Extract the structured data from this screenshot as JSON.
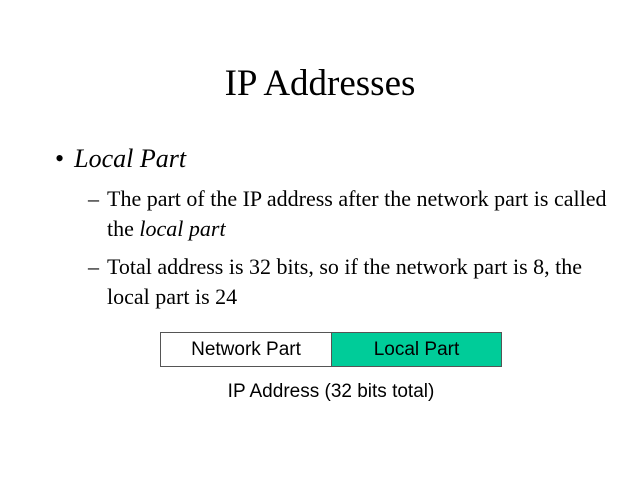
{
  "title": "IP Addresses",
  "bullet": {
    "marker": "•",
    "label": "Local Part"
  },
  "subs": [
    {
      "dash": "–",
      "pre": "The part of the IP address after the network part is called the ",
      "em": "local part"
    },
    {
      "dash": "–",
      "text": "Total address is 32 bits, so if the network part is 8, the local part is 24"
    }
  ],
  "diagram": {
    "network": "Network Part",
    "local": "Local Part",
    "caption": "IP Address (32 bits total)",
    "local_color": "#00CC99"
  }
}
